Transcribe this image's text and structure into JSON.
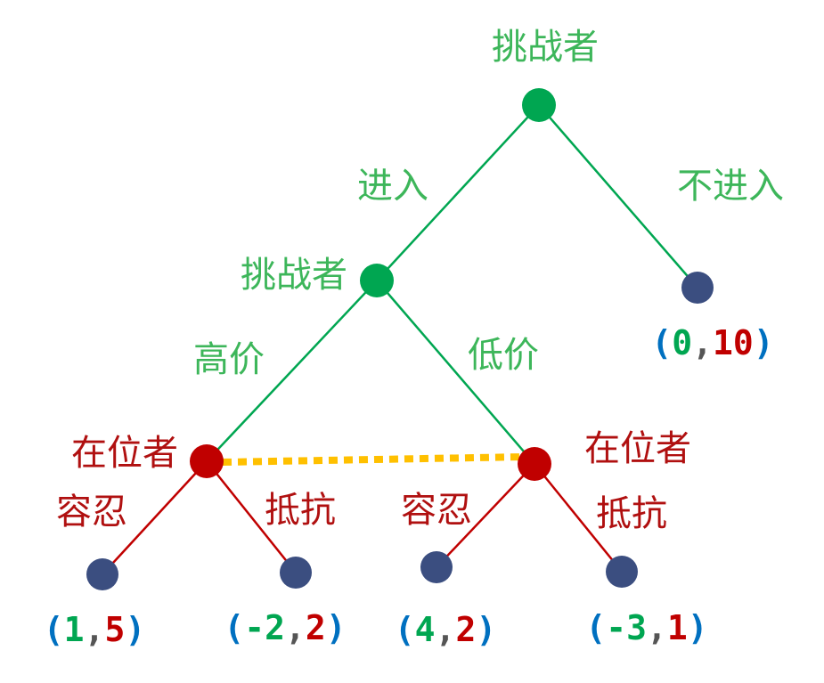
{
  "colors": {
    "green": "#00a651",
    "label_green": "#3db65a",
    "red": "#c00000",
    "red_label": "#b01010",
    "terminal": "#3b4e80",
    "info_set": "#ffc000",
    "paren": "#0070c0",
    "comma": "#555555"
  },
  "nodes": {
    "root": {
      "player": "挑战者"
    },
    "second": {
      "player": "挑战者"
    },
    "left_incumbent": {
      "player": "在位者"
    },
    "right_incumbent": {
      "player": "在位者"
    }
  },
  "actions": {
    "enter": "进入",
    "not_enter": "不进入",
    "high_price": "高价",
    "low_price": "低价",
    "left_tolerate": "容忍",
    "left_resist": "抵抗",
    "right_tolerate": "容忍",
    "right_resist": "抵抗"
  },
  "payoffs": {
    "not_enter": {
      "challenger": "0",
      "incumbent": "10"
    },
    "high_tolerate": {
      "challenger": "1",
      "incumbent": "5"
    },
    "high_resist": {
      "challenger": "-2",
      "incumbent": "2"
    },
    "low_tolerate": {
      "challenger": "4",
      "incumbent": "2"
    },
    "low_resist": {
      "challenger": "-3",
      "incumbent": "1"
    }
  },
  "punct": {
    "open": "(",
    "comma": ",",
    "close": ")"
  }
}
